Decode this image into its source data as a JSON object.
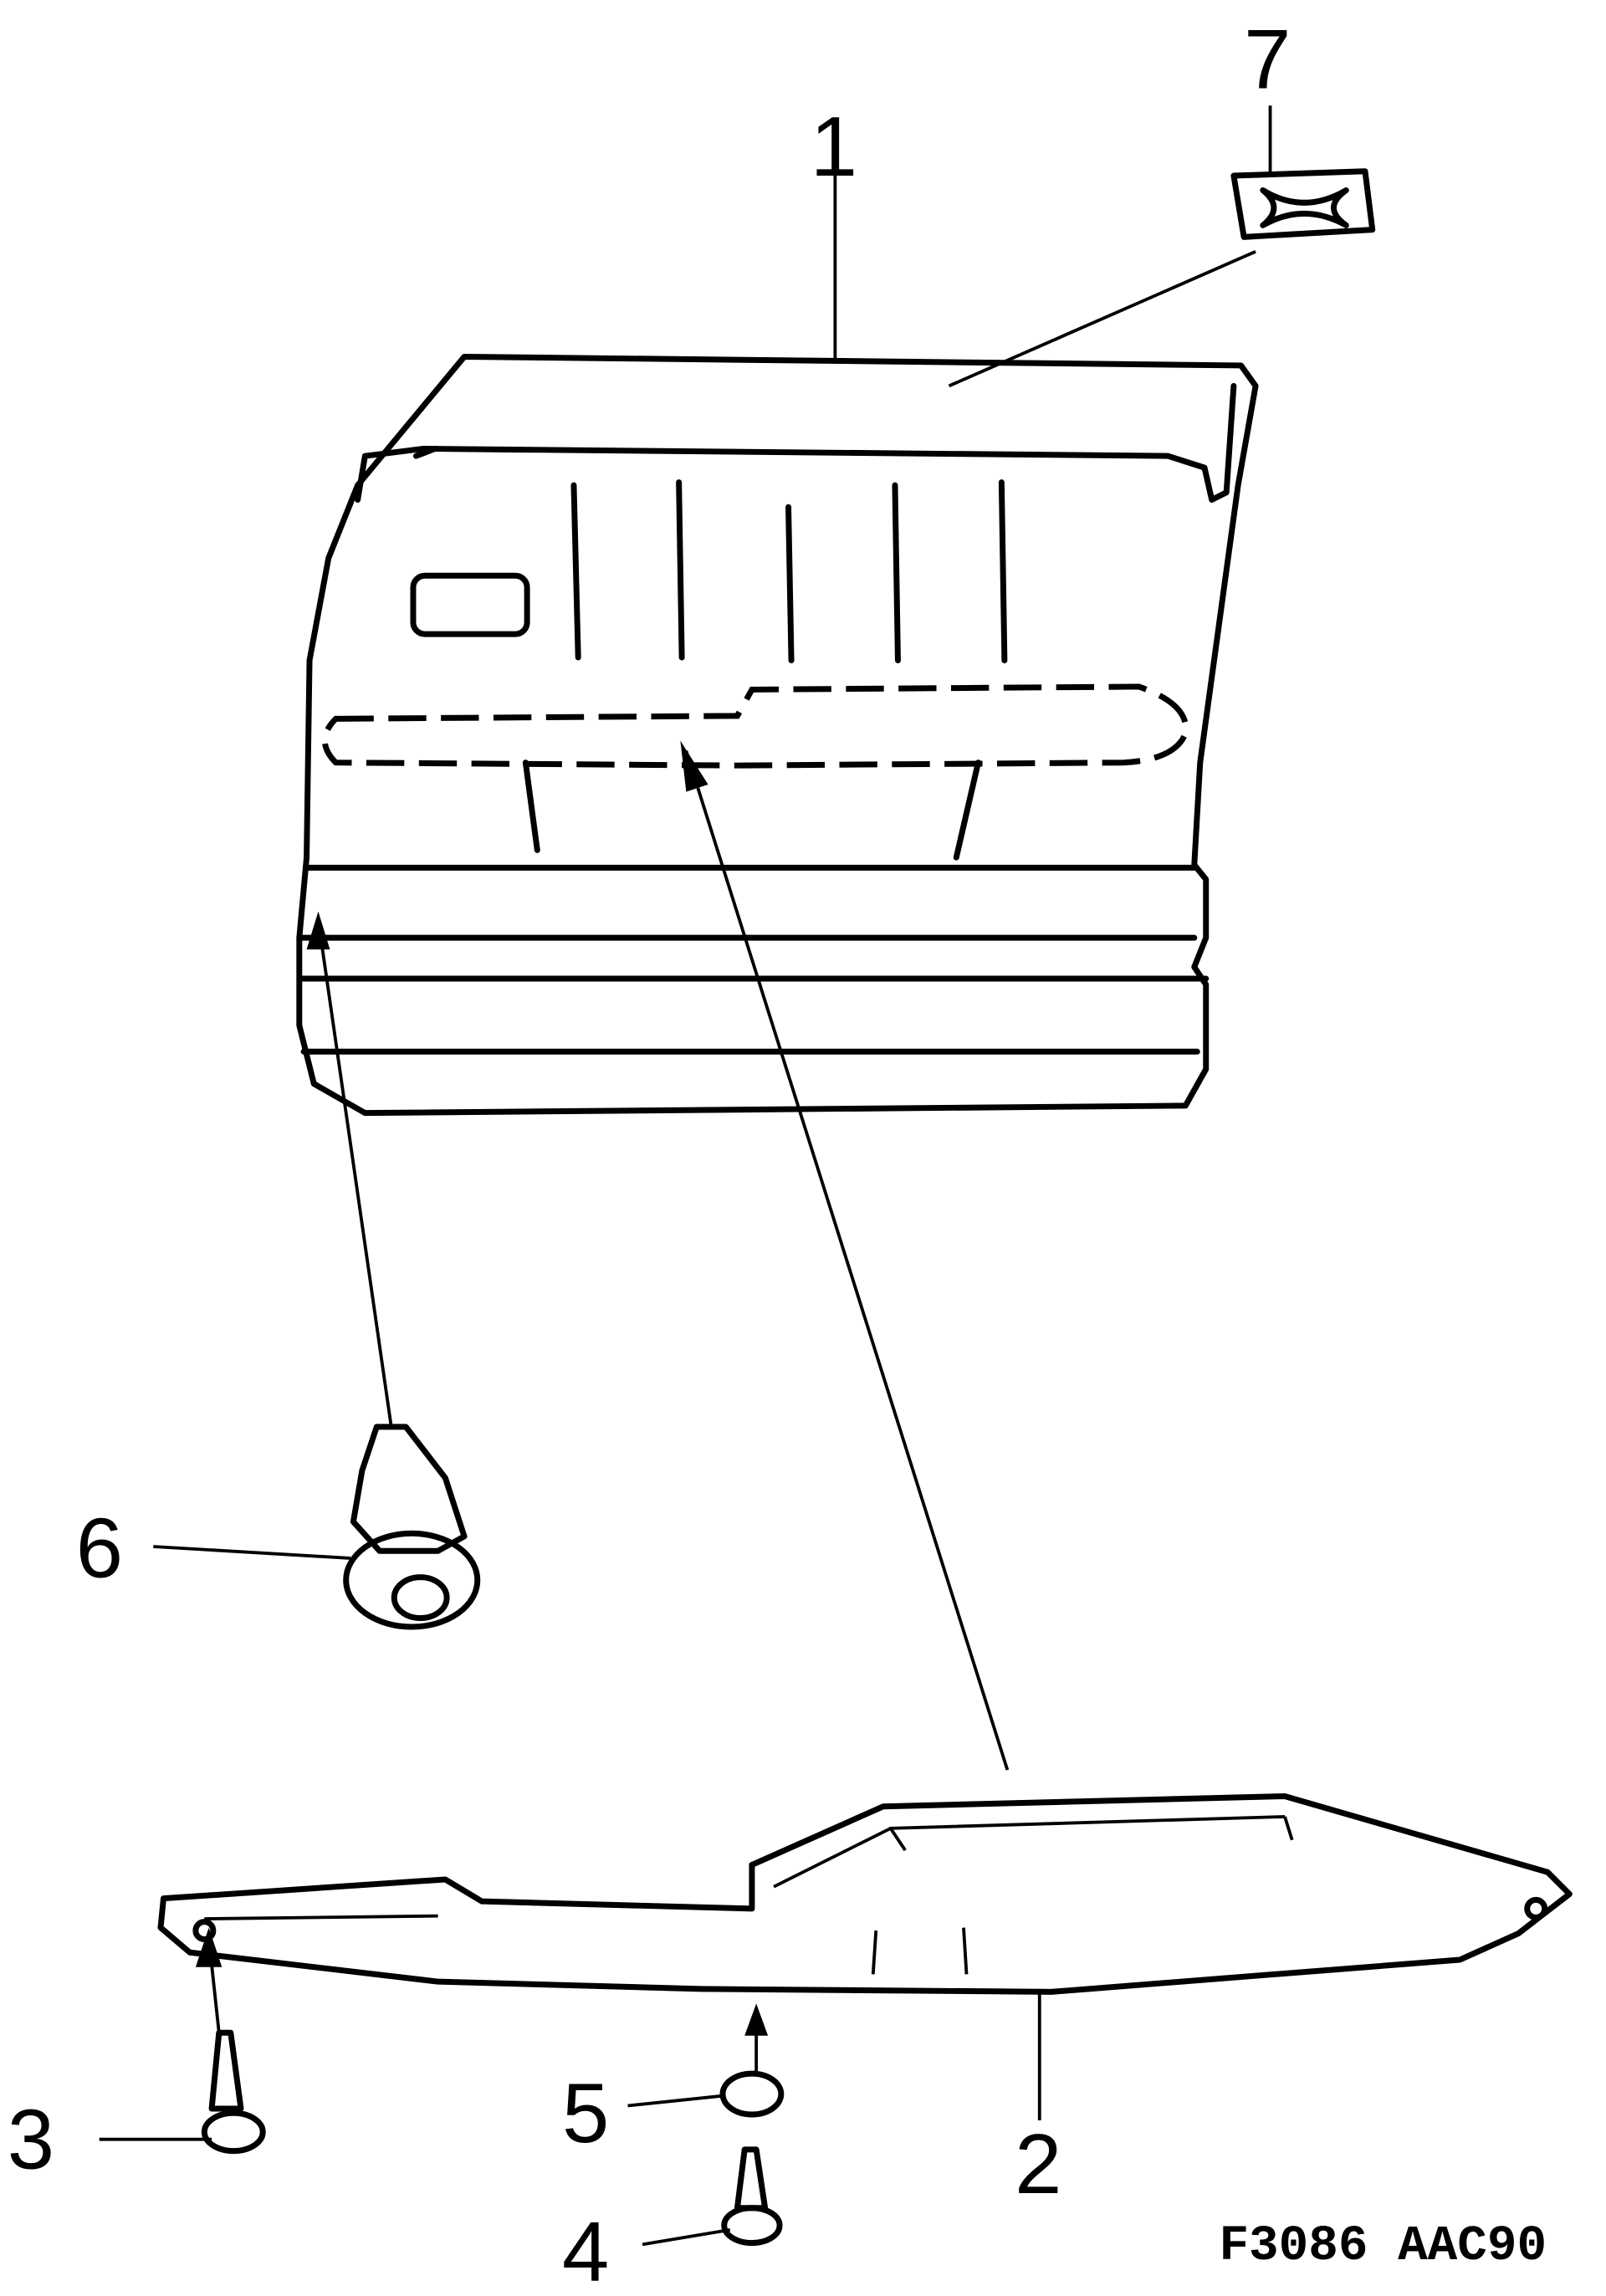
{
  "diagram": {
    "callouts": [
      {
        "id": "1",
        "label": "1"
      },
      {
        "id": "2",
        "label": "2"
      },
      {
        "id": "3",
        "label": "3"
      },
      {
        "id": "4",
        "label": "4"
      },
      {
        "id": "5",
        "label": "5"
      },
      {
        "id": "6",
        "label": "6"
      },
      {
        "id": "7",
        "label": "7"
      }
    ],
    "figure_code": "F3086 AAC90"
  }
}
